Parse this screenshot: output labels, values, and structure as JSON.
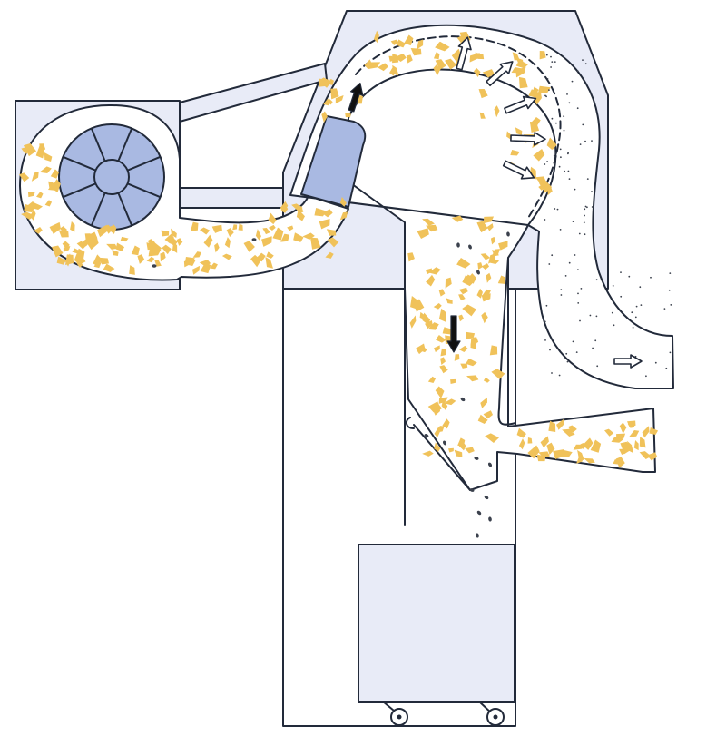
{
  "diagram": {
    "kind": "cyclone-separator-schematic",
    "labels": [],
    "colors": {
      "outline": "#222a3a",
      "housing_fill": "#e8ebf7",
      "fan_and_deflector_fill": "#a9b9e2",
      "material_chips": "#f0c25a",
      "heavy_particles": "#3b414d",
      "background": "#ffffff"
    },
    "components": [
      {
        "name": "fan-housing",
        "icon": "fan-icon"
      },
      {
        "name": "blower-wheel",
        "icon": "impeller-icon"
      },
      {
        "name": "inlet-duct"
      },
      {
        "name": "cyclone-chamber"
      },
      {
        "name": "deflector-plate"
      },
      {
        "name": "perforated-screen"
      },
      {
        "name": "air-outlet"
      },
      {
        "name": "material-outlet"
      },
      {
        "name": "collection-bin",
        "icon": "bin-icon"
      }
    ],
    "flow_arrows": [
      {
        "name": "air-escape-arrow",
        "style": "open",
        "count": 5
      },
      {
        "name": "material-flow-arrow",
        "style": "solid",
        "count": 2
      },
      {
        "name": "exhaust-arrow",
        "style": "open",
        "count": 1
      }
    ]
  }
}
